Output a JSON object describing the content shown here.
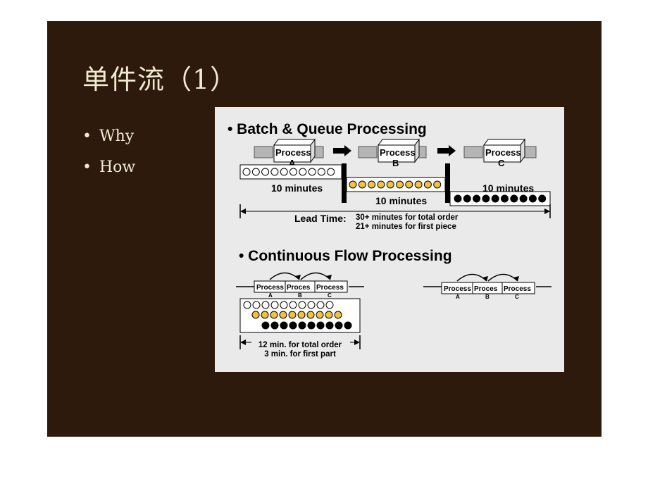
{
  "slide": {
    "title": "单件流（1）",
    "bullets": [
      "Why",
      "How"
    ]
  },
  "figure": {
    "batch": {
      "heading": "• Batch & Queue Processing",
      "process_label": "Process",
      "processes": [
        "A",
        "B",
        "C"
      ],
      "time_a": "10 minutes",
      "time_b": "10 minutes",
      "time_c": "10 minutes",
      "lead_time_label": "Lead Time:",
      "lead_time_total": "30+ minutes for total order",
      "lead_time_first": "21+ minutes for first piece",
      "pieces_per_batch": 10
    },
    "flow": {
      "heading": "• Continuous Flow Processing",
      "process_label_full": "Process",
      "process_label_short": "Proces",
      "processes": [
        "A",
        "B",
        "C"
      ],
      "total_order": "12 min. for total order",
      "first_part": "3 min. for first part"
    },
    "colors": {
      "slide_bg": "#2d1a0d",
      "title_text": "#f0ead0",
      "figure_bg": "#eaeaea",
      "empty_piece": "#ffffff",
      "in_process_piece": "#f2c23e",
      "finished_piece": "#000000"
    }
  }
}
